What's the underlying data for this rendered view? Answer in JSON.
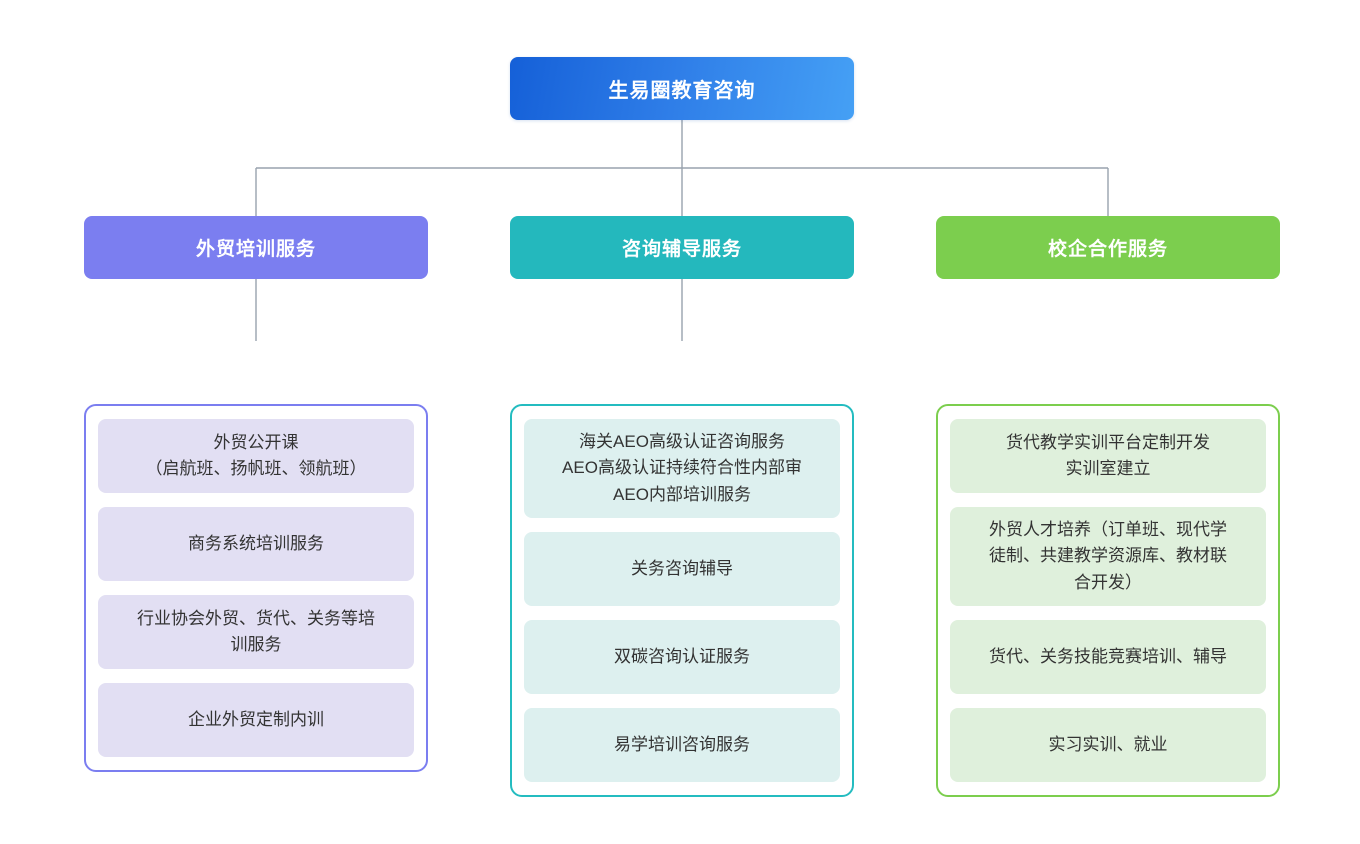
{
  "diagram": {
    "type": "organization-tree",
    "orientation": "top-down",
    "root": {
      "label": "生易圈教育咨询",
      "color": "#1560d8",
      "gradient_to": "#45a0f5",
      "text_color": "#ffffff"
    },
    "connector_color": "#98a2ad",
    "branches": [
      {
        "label": "外贸培训服务",
        "header_color": "#7b7ef0",
        "border_color": "#7b7ef0",
        "card_color": "#e2dff3",
        "text_color": "#ffffff",
        "has_connector_stub": true,
        "items": [
          "外贸公开课\n（启航班、扬帆班、领航班）",
          "商务系统培训服务",
          "行业协会外贸、货代、关务等培\n训服务",
          "企业外贸定制内训"
        ]
      },
      {
        "label": "咨询辅导服务",
        "header_color": "#24b8bd",
        "border_color": "#24bcc0",
        "card_color": "#ddf0ef",
        "text_color": "#ffffff",
        "has_connector_stub": true,
        "items": [
          "海关AEO高级认证咨询服务\nAEO高级认证持续符合性内部审\nAEO内部培训服务",
          "关务咨询辅导",
          "双碳咨询认证服务",
          "易学培训咨询服务"
        ]
      },
      {
        "label": "校企合作服务",
        "header_color": "#7cce4e",
        "border_color": "#7cce4e",
        "card_color": "#dff0dc",
        "text_color": "#ffffff",
        "has_connector_stub": false,
        "items": [
          "货代教学实训平台定制开发\n实训室建立",
          "外贸人才培养（订单班、现代学\n徒制、共建教学资源库、教材联\n合开发）",
          "货代、关务技能竞赛培训、辅导",
          "实习实训、就业"
        ]
      }
    ]
  }
}
